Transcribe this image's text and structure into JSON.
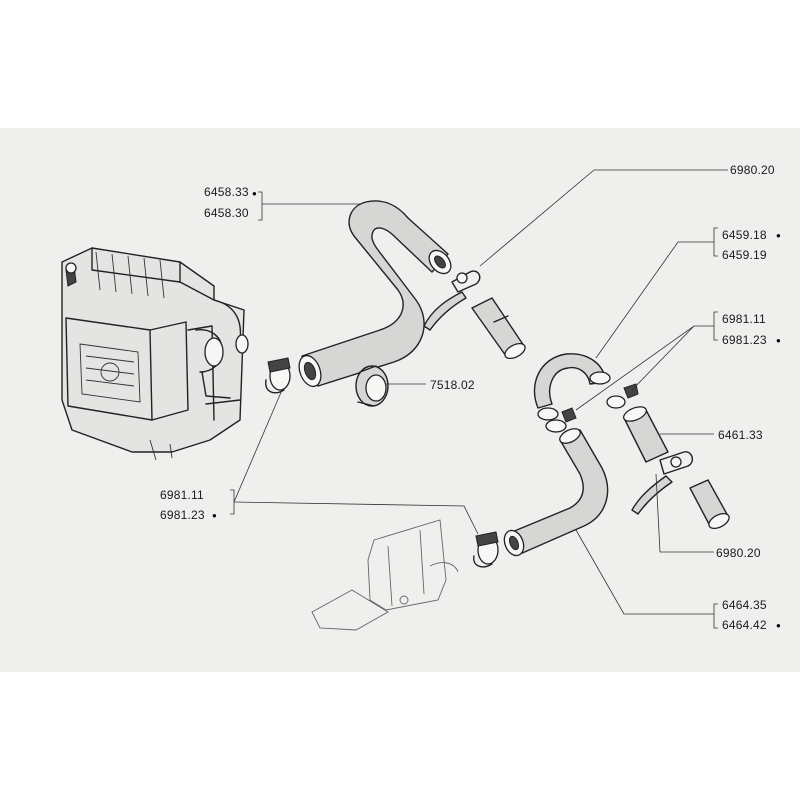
{
  "diagram": {
    "background_color": "#efefed",
    "line_color": "#222222",
    "labels": {
      "l6458_33": "6458.33",
      "l6458_30": "6458.30",
      "l6980_20_top": "6980.20",
      "l6459_18": "6459.18",
      "l6459_19": "6459.19",
      "l6981_11_right": "6981.11",
      "l6981_23_right": "6981.23",
      "l7518_02": "7518.02",
      "l6461_33": "6461.33",
      "l6981_11_left": "6981.11",
      "l6981_23_left": "6981.23",
      "l6980_20_bottom": "6980.20",
      "l6464_35": "6464.35",
      "l6464_42": "6464.42"
    }
  }
}
